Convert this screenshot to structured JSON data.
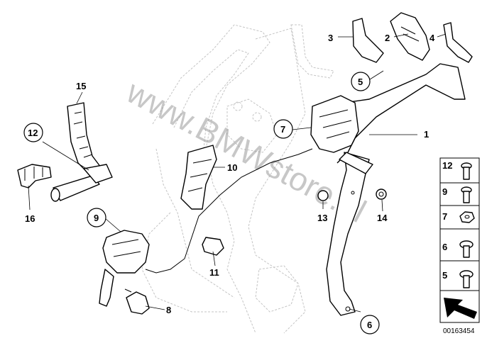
{
  "callouts": [
    "1",
    "2",
    "3",
    "4",
    "5",
    "6",
    "7",
    "8",
    "9",
    "10",
    "11",
    "12",
    "13",
    "14",
    "15",
    "16"
  ],
  "watermark": "www.BMWstore.pl",
  "legend": [
    "12",
    "9",
    "7",
    "6",
    "5"
  ],
  "catalog_number": "00163454"
}
